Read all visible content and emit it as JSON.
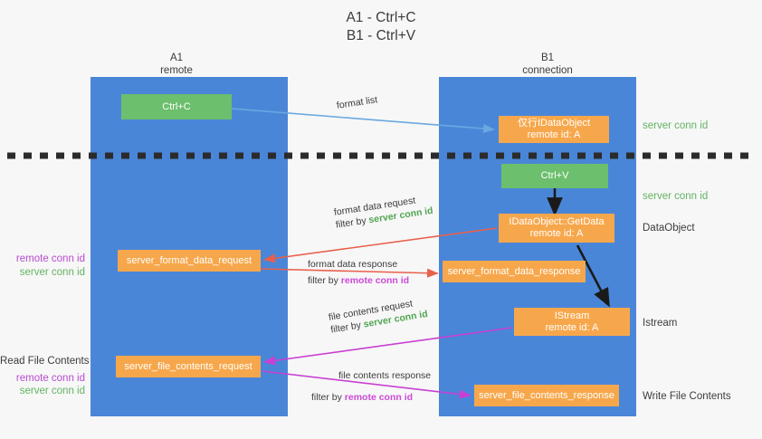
{
  "title": {
    "line1": "A1 - Ctrl+C",
    "line2": "B1 - Ctrl+V"
  },
  "lanes": [
    {
      "name": "A1",
      "sub": "remote"
    },
    {
      "name": "B1",
      "sub": "connection"
    }
  ],
  "nodes": {
    "ctrl_c": "Ctrl+C",
    "ctrl_v": "Ctrl+V",
    "ole_dataobject_title": "仅行IDataObject",
    "ole_dataobject_sub": "remote id: A",
    "getdata_title": "IDataObject::GetData",
    "getdata_sub": "remote id: A",
    "istream_title": "IStream",
    "istream_sub": "remote id: A",
    "server_format_data_request": "server_format_data_request",
    "server_format_data_response": "server_format_data_response",
    "server_file_contents_request": "server_file_contents_request",
    "server_file_contents_response": "server_file_contents_response"
  },
  "edge_labels": {
    "format_list": "format list",
    "format_data_request": "format data request",
    "format_data_request_filter_prefix": "filter by ",
    "format_data_request_filter_value": "server conn id",
    "format_data_response": "format data response",
    "format_data_response_filter_prefix": "filter by ",
    "format_data_response_filter_value": "remote conn id",
    "file_contents_request": "file contents request",
    "file_contents_request_filter_prefix": "filter by ",
    "file_contents_request_filter_value": "server conn id",
    "file_contents_response": "file contents response",
    "file_contents_response_filter_prefix": "filter by ",
    "file_contents_response_filter_value": "remote conn id"
  },
  "right_labels": {
    "server_conn_id_top": "server conn id",
    "server_conn_id_mid": "server conn id",
    "dataobject": "DataObject",
    "istream": "Istream",
    "write_file_contents": "Write File Contents"
  },
  "left_labels": {
    "mid_remote": "remote conn id",
    "mid_server": "server conn id",
    "read_file_contents": "Read File Contents",
    "low_remote": "remote conn id",
    "low_server": "server conn id"
  },
  "colors": {
    "lane": "#4a86d8",
    "orange": "#f7a74b",
    "green": "#6cbf6c",
    "green_text": "#52a552",
    "purple_text": "#cc4ad6",
    "blue_arrow": "#6aa8e0",
    "red_arrow": "#e8604c",
    "magenta_arrow": "#c93fd4",
    "dark_arrow": "#1a1a1a",
    "background": "#f7f7f7"
  }
}
